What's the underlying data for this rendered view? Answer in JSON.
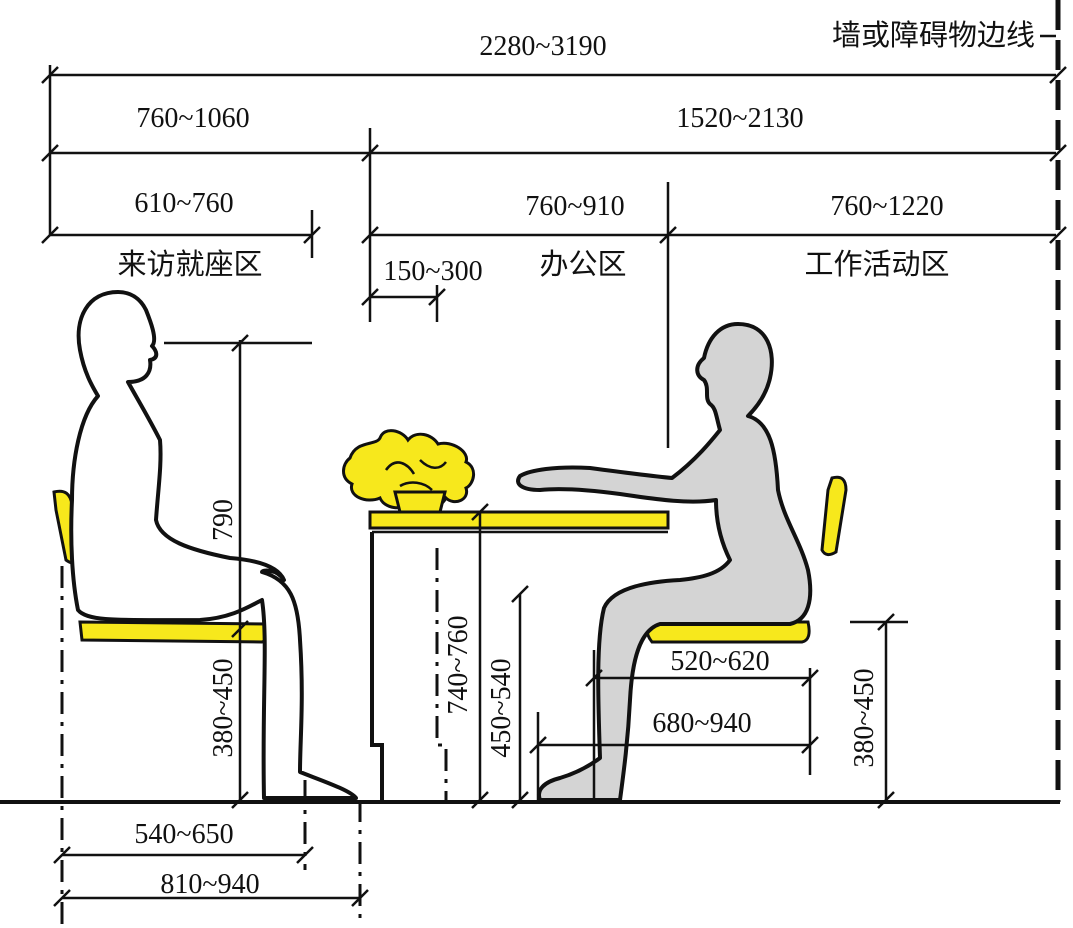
{
  "diagram": {
    "wall_label": "墙或障碍物边线",
    "zones": {
      "visitor": "来访就座区",
      "office": "办公区",
      "work": "工作活动区"
    },
    "dimensions": {
      "total_width": "2280~3190",
      "visitor_total": "760~1060",
      "desk_and_work": "1520~2130",
      "visitor_seat_zone": "610~760",
      "office_zone": "760~910",
      "work_zone": "760~1220",
      "desk_overhang": "150~300",
      "visitor_sitting_height": "790",
      "visitor_seat_height": "380~450",
      "desk_height": "740~760",
      "knee_clearance": "450~540",
      "worker_seat_height": "380~450",
      "worker_seat_depth": "520~620",
      "worker_leg_space": "680~940",
      "visitor_seat_to_knee": "540~650",
      "visitor_foot_space": "810~940"
    },
    "colors": {
      "furniture": "#f7e81c",
      "worker_figure": "#d4d4d4",
      "lines": "#111111"
    }
  }
}
